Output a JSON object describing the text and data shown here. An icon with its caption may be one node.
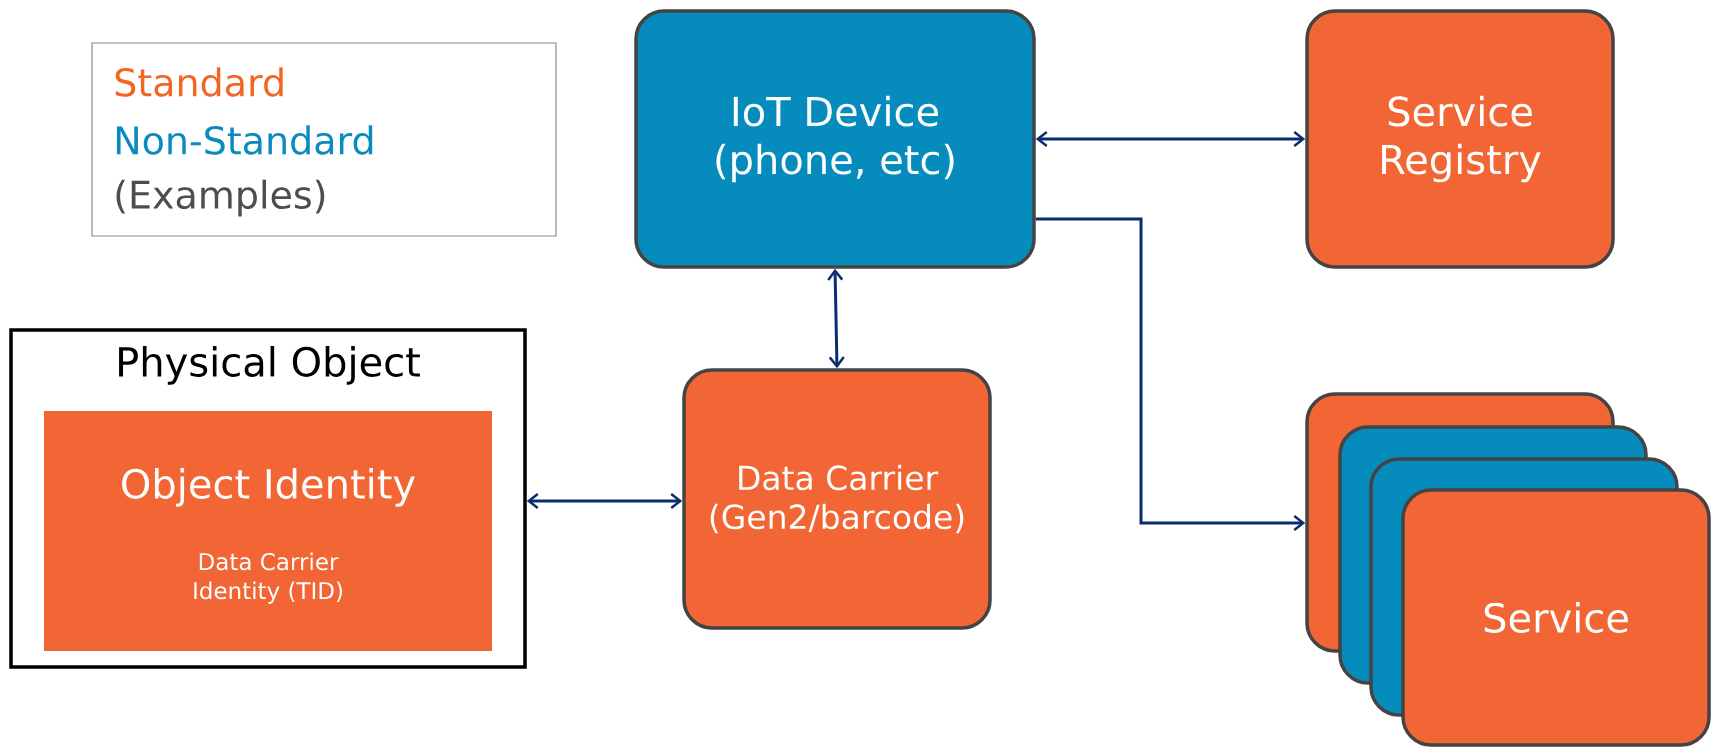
{
  "diagram": {
    "nodes": [
      {
        "text": [
          "IoT Device (phone, etc)"
        ]
      },
      {
        "text": [
          "Service Registry"
        ]
      },
      {
        "text": [
          "Physical Object"
        ]
      },
      {
        "text": [
          "Object Identity",
          "Data Carrier Identity (TID)"
        ],
        "in": 2
      },
      {
        "text": [
          "Data Carrier (Gen2/barcode)"
        ]
      },
      {
        "text": [],
        "shape": "box"
      },
      {
        "text": [],
        "shape": "box"
      },
      {
        "text": [],
        "shape": "box"
      },
      {
        "text": [
          "Service"
        ]
      }
    ],
    "edges": [
      {
        "from": 0,
        "to": 1,
        "arrow": "both"
      },
      {
        "from": 0,
        "to": 5,
        "arrow": "to"
      },
      {
        "from": 0,
        "to": 4,
        "arrow": "both"
      },
      {
        "from": 2,
        "to": 4,
        "arrow": "both"
      }
    ],
    "legend": [
      {
        "text": "Standard",
        "color": "#f26522"
      },
      {
        "text": "Non-Standard",
        "color": "#0a8bbf"
      },
      {
        "text": "(Examples)",
        "color": "#4d4d4d"
      }
    ]
  }
}
